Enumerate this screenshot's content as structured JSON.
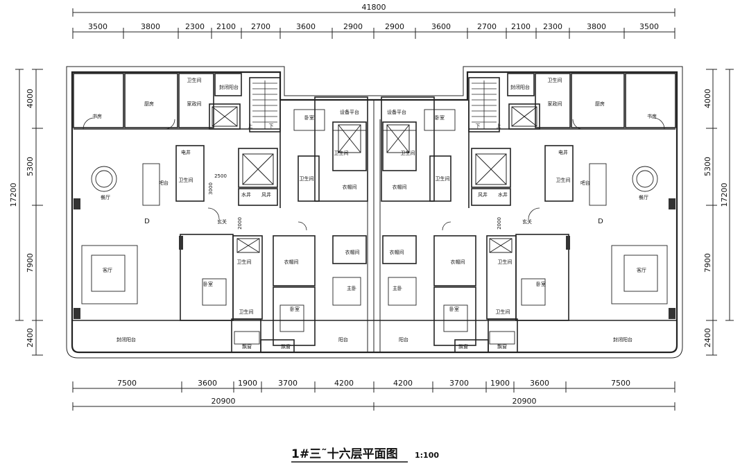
{
  "dimensions": {
    "top_total": "41800",
    "top_segments": [
      "3500",
      "3800",
      "2300",
      "2100",
      "2700",
      "3600",
      "2900",
      "2900",
      "3600",
      "2700",
      "2100",
      "2300",
      "3800",
      "3500"
    ],
    "bottom_segments": [
      "7500",
      "3600",
      "1900",
      "3700",
      "4200",
      "4200",
      "3700",
      "1900",
      "3600",
      "7500"
    ],
    "bottom_totals": [
      "20900",
      "20900"
    ],
    "side_total": "17200",
    "left_segments": [
      "4000",
      "5300",
      "7900",
      "2400"
    ],
    "right_segments": [
      "4000",
      "5300",
      "7900",
      "2400"
    ],
    "stair_note": "2500",
    "stair_note2": "3000",
    "corridor_dim": "2000"
  },
  "rooms": {
    "study": "书房",
    "kitchen": "厨房",
    "bathroom": "卫生间",
    "enclosed_balcony": "封闭阳台",
    "housekeeping": "家政间",
    "equipment_platform": "设备平台",
    "bedroom": "卧室",
    "elevator": "电井",
    "water_well": "水井",
    "air_well": "风井",
    "dining": "餐厅",
    "bar": "吧台",
    "foyer": "玄关",
    "closet": "衣帽间",
    "master_bedroom": "主卧",
    "living": "客厅",
    "balcony": "阳台",
    "bay_window": "飘窗",
    "down": "下",
    "up": "上"
  },
  "unit_tags": [
    "D",
    "D"
  ],
  "title": {
    "main": "1#三˜十六层平面图",
    "scale": "1:100"
  }
}
